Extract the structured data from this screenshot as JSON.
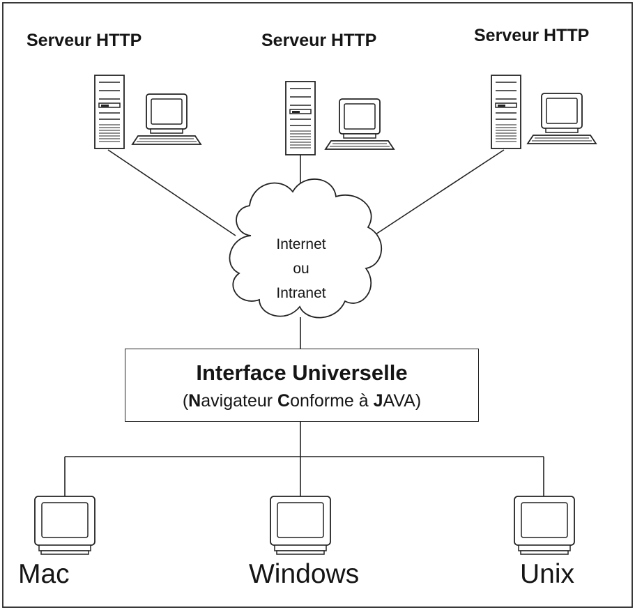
{
  "servers": [
    {
      "label": "Serveur HTTP"
    },
    {
      "label": "Serveur HTTP"
    },
    {
      "label": "Serveur HTTP"
    }
  ],
  "cloud": {
    "line1": "Internet",
    "line2": "ou",
    "line3": "Intranet"
  },
  "interface": {
    "title": "Interface Universelle",
    "subtitle_parts": [
      "(",
      "N",
      "avigateur ",
      "C",
      "onforme à ",
      "J",
      "AVA)"
    ]
  },
  "clients": [
    {
      "label": "Mac"
    },
    {
      "label": "Windows"
    },
    {
      "label": "Unix"
    }
  ],
  "colors": {
    "line": "#222222",
    "background": "#ffffff",
    "text": "#151515"
  }
}
